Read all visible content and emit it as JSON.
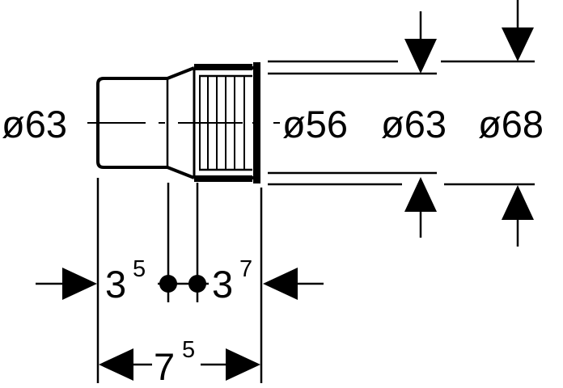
{
  "diagram": {
    "left_diameter": "ø63",
    "right_diameters": [
      "ø56",
      "ø63",
      "ø68"
    ],
    "dim_3_5": {
      "base": "3",
      "exp": "5"
    },
    "dim_3_7": {
      "base": "3",
      "exp": "7"
    },
    "dim_7_5": {
      "base": "7",
      "exp": "5"
    }
  },
  "colors": {
    "stroke": "#000000",
    "background": "#ffffff"
  }
}
